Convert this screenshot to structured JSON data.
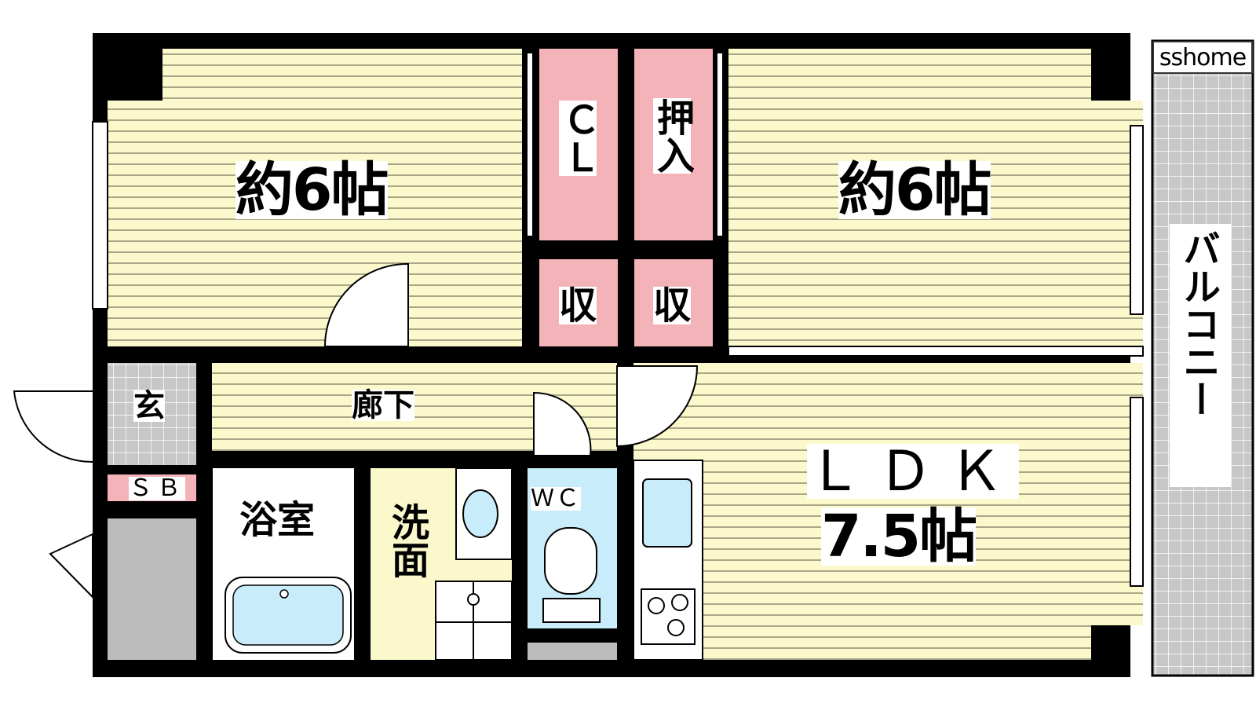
{
  "brand": "sshome",
  "rooms": {
    "western_left": "約6帖",
    "western_right": "約6帖",
    "closet": "ＣＬ",
    "oshiire": "押入",
    "storage_left": "収",
    "storage_right": "収",
    "corridor": "廊下",
    "entrance": "玄",
    "shoe_box": "ＳＢ",
    "bath": "浴室",
    "washroom": "洗面",
    "toilet": "ＷＣ",
    "ldk_title": "ＬＤＫ",
    "ldk_size": "7.5帖",
    "balcony": "バルコニー"
  },
  "colors": {
    "floor": "#fbf8cb",
    "floor_line": "#8e8c72",
    "storage": "#f4b3b8",
    "wall": "#000000",
    "water": "#c8ecfa",
    "tile": "#c7c7c7",
    "grey_area": "#bcbcbc"
  }
}
